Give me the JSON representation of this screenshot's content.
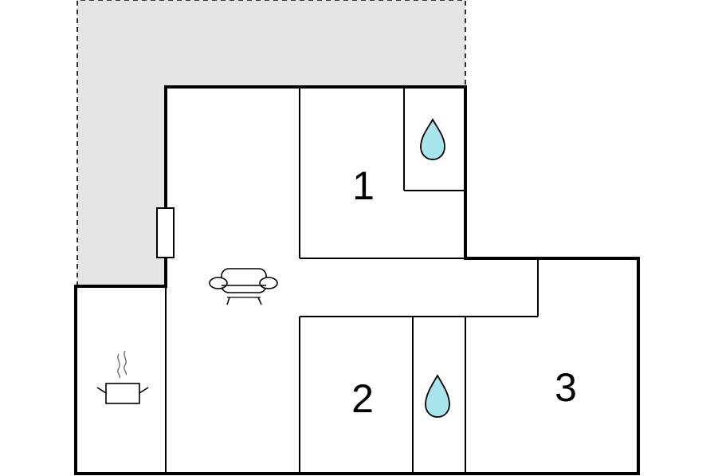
{
  "floorplan": {
    "rooms": [
      {
        "id": "bedroom-1",
        "label": "1"
      },
      {
        "id": "bedroom-2",
        "label": "2"
      },
      {
        "id": "bedroom-3",
        "label": "3"
      }
    ],
    "icons": {
      "bathroom": "water-drop-icon",
      "living": "sofa-icon",
      "kitchen": "cooking-pot-icon",
      "window": "window-icon"
    },
    "colors": {
      "wall": "#000000",
      "terrace": "#e5e5e5",
      "water": "#a8e4ec",
      "background": "#ffffff"
    }
  }
}
